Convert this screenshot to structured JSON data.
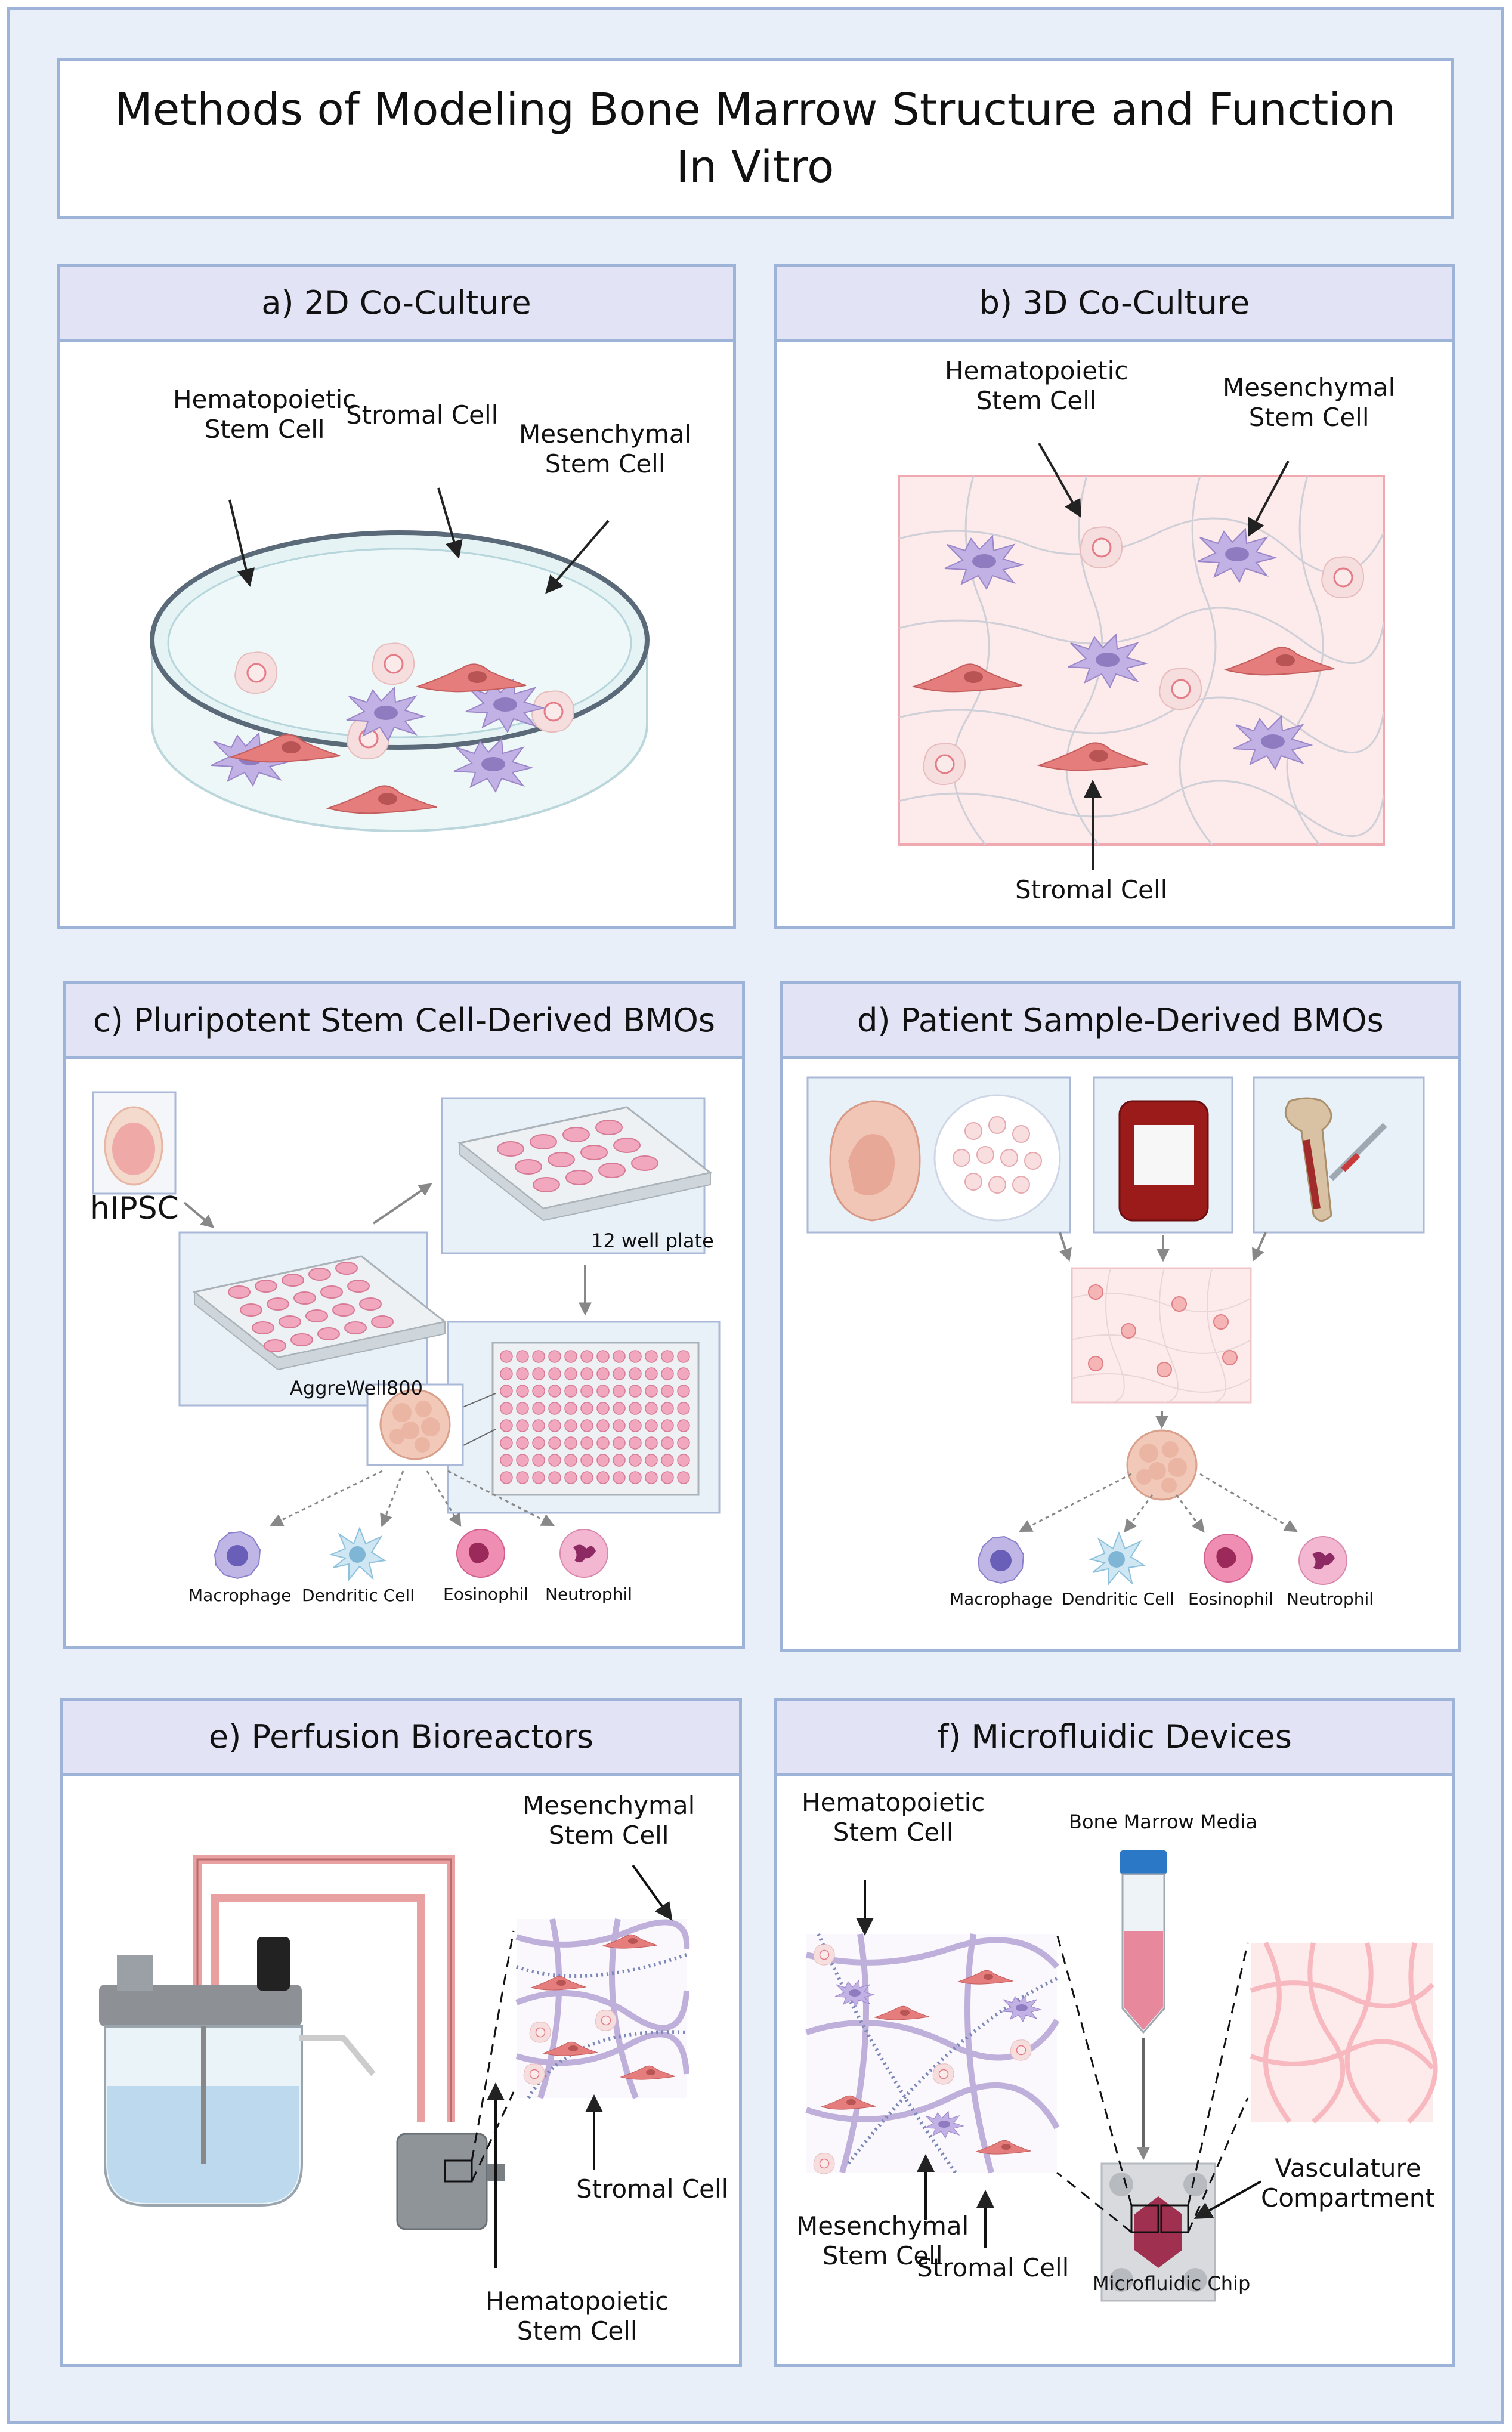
{
  "title": {
    "line1": "Methods of Modeling Bone Marrow Structure and Function",
    "line2": "In Vitro"
  },
  "panels": {
    "a": {
      "heading": "a) 2D Co-Culture",
      "labels": {
        "hsc_1": "Hematopoietic",
        "hsc_2": "Stem Cell",
        "stromal": "Stromal Cell",
        "msc_1": "Mesenchymal",
        "msc_2": "Stem Cell"
      }
    },
    "b": {
      "heading": "b) 3D Co-Culture",
      "labels": {
        "hsc_1": "Hematopoietic",
        "hsc_2": "Stem Cell",
        "msc_1": "Mesenchymal",
        "msc_2": "Stem Cell",
        "stromal": "Stromal Cell"
      }
    },
    "c": {
      "heading": "c) Pluripotent Stem Cell-Derived BMOs",
      "labels": {
        "hipsc": "hIPSC",
        "plate12": "12 well plate",
        "aggrewell": "AggreWell800"
      },
      "cells": [
        "Macrophage",
        "Dendritic Cell",
        "Eosinophil",
        "Neutrophil"
      ]
    },
    "d": {
      "heading": "d) Patient Sample-Derived BMOs",
      "cells": [
        "Macrophage",
        "Dendritic Cell",
        "Eosinophil",
        "Neutrophil"
      ]
    },
    "e": {
      "heading": "e) Perfusion Bioreactors",
      "labels": {
        "msc_1": "Mesenchymal",
        "msc_2": "Stem Cell",
        "stromal": "Stromal Cell",
        "hsc_1": "Hematopoietic",
        "hsc_2": "Stem Cell"
      }
    },
    "f": {
      "heading": "f) Microfluidic Devices",
      "labels": {
        "hsc_1": "Hematopoietic",
        "hsc_2": "Stem Cell",
        "media": "Bone Marrow Media",
        "vasc_1": "Vasculature",
        "vasc_2": "Compartment",
        "msc_1": "Mesenchymal",
        "msc_2": "Stem Cell",
        "stromal": "Stromal Cell",
        "chip": "Microfluidic Chip"
      }
    }
  },
  "colors": {
    "border": "#9eb3d8",
    "background": "#e8eff9",
    "header": "#e3e3f6",
    "hsc": "#f7d9d9",
    "stromal": "#e07a7a",
    "msc": "#b7a6dc"
  }
}
